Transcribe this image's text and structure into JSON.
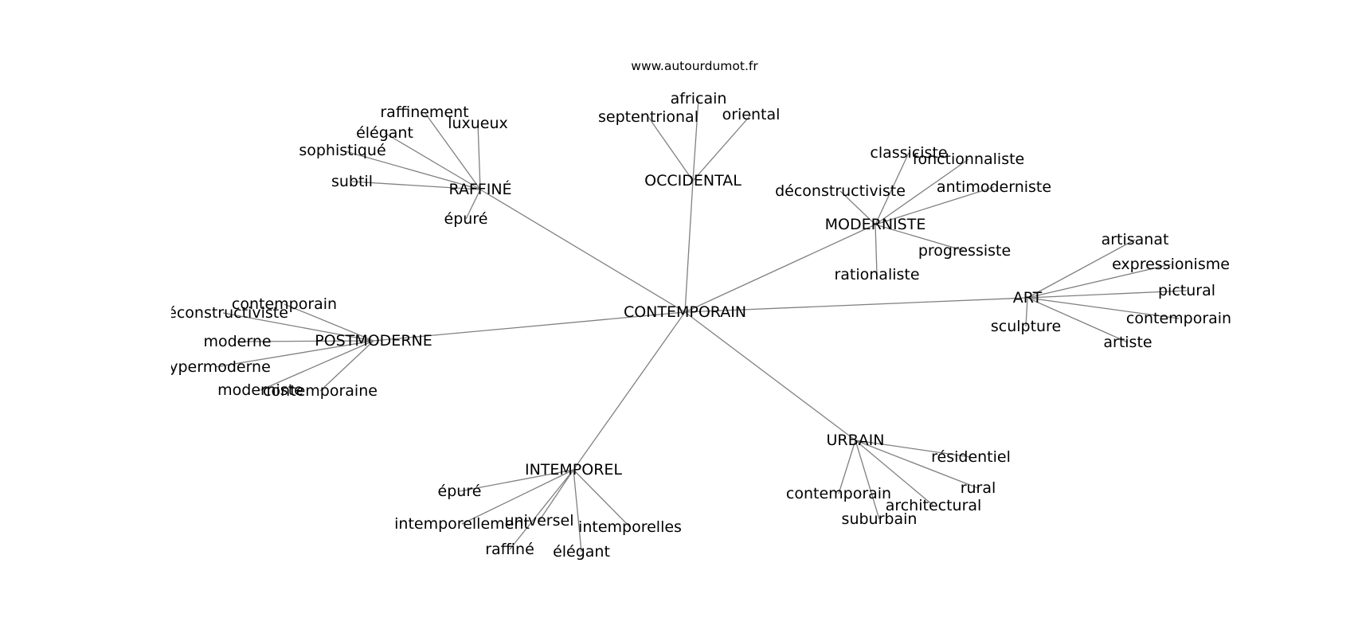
{
  "source": "www.autourdumot.fr",
  "colors": {
    "edge": "#808080",
    "text": "#000000",
    "background": "#ffffff"
  },
  "center": {
    "label": "CONTEMPORAIN"
  },
  "clusters": [
    {
      "label": "RAFFINÉ",
      "leaves": [
        "raffinement",
        "luxueux",
        "élégant",
        "sophistiqué",
        "subtil",
        "épuré"
      ]
    },
    {
      "label": "OCCIDENTAL",
      "leaves": [
        "africain",
        "septentrional",
        "oriental"
      ]
    },
    {
      "label": "MODERNISTE",
      "leaves": [
        "classiciste",
        "fonctionnaliste",
        "déconstructiviste",
        "antimoderniste",
        "progressiste",
        "rationaliste"
      ]
    },
    {
      "label": "ART",
      "leaves": [
        "artisanat",
        "expressionisme",
        "pictural",
        "contemporain",
        "sculpture",
        "artiste"
      ]
    },
    {
      "label": "POSTMODERNE",
      "leaves": [
        "contemporain",
        "déconstructiviste",
        "moderne",
        "hypermoderne",
        "moderniste",
        "contemporaine"
      ]
    },
    {
      "label": "URBAIN",
      "leaves": [
        "résidentiel",
        "rural",
        "contemporain",
        "architectural",
        "suburbain"
      ]
    },
    {
      "label": "INTEMPOREL",
      "leaves": [
        "épuré",
        "intemporellement",
        "universel",
        "intemporelles",
        "raffiné",
        "élégant"
      ]
    }
  ]
}
